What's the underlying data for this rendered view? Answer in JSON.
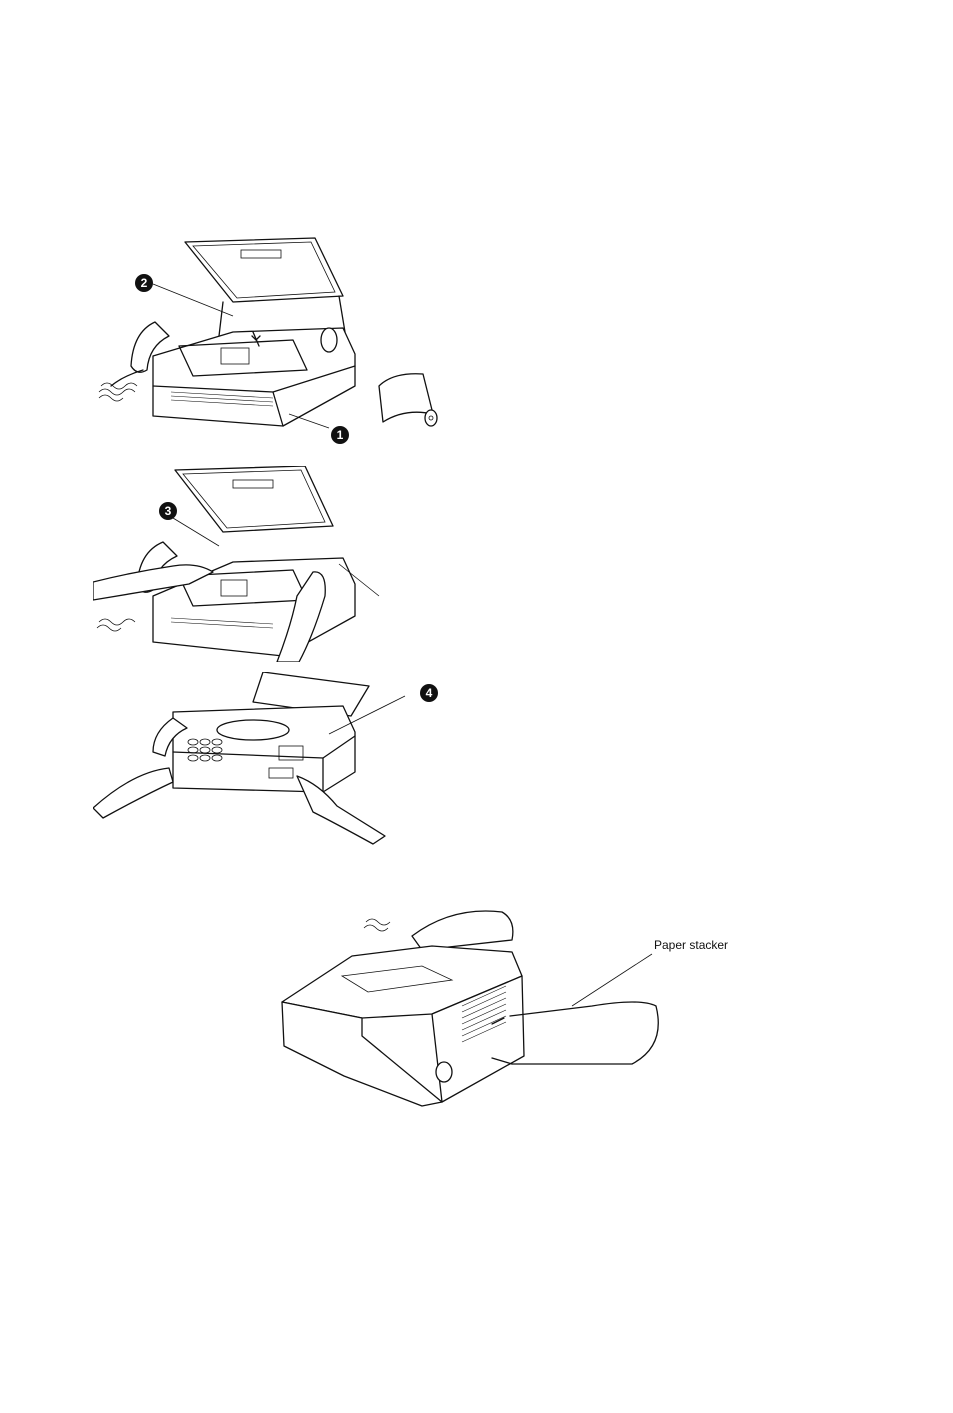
{
  "figures": {
    "step1": {
      "callouts": [
        "2",
        "1"
      ]
    },
    "step2": {
      "callouts": [
        "3"
      ]
    },
    "step3": {
      "callouts": [
        "4"
      ]
    },
    "stacker": {
      "label": "Paper stacker"
    }
  },
  "icons": {
    "paper_roll": "paper-roll-icon"
  }
}
